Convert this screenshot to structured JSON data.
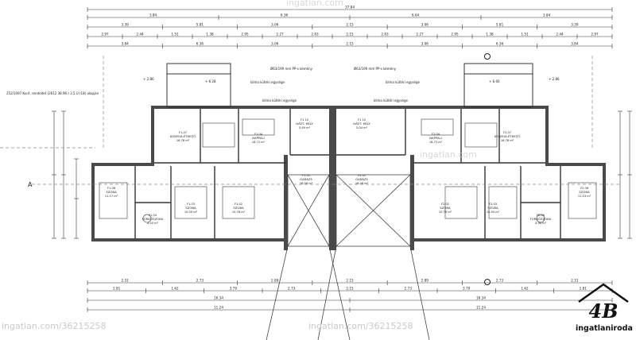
{
  "top_dims": {
    "overall": "37.84",
    "row1": [
      "3.84",
      "6.36",
      "6.64",
      "3.84"
    ],
    "row2": [
      "3.39",
      "5.81",
      "3.06",
      "2.15",
      "3.06",
      "5.81",
      "3.39"
    ],
    "row3": [
      "2.97",
      "2.44",
      "1.51",
      "1.38",
      "2.95",
      "2.27",
      "2.63",
      "2.15",
      "2.63",
      "2.27",
      "2.95",
      "1.38",
      "1.51",
      "2.44",
      "2.97"
    ],
    "row4": [
      "3.84",
      "6.36",
      "3.06",
      "2.15",
      "3.06",
      "6.36",
      "3.84"
    ]
  },
  "bottom_dims": {
    "row1": [
      "2.31",
      "2.73",
      "2.89",
      "2.15",
      "2.89",
      "2.73",
      "2.31"
    ],
    "row2": [
      "1.81",
      "1.62",
      "3.79",
      "2.73",
      "2.15",
      "2.73",
      "3.79",
      "1.62",
      "1.81"
    ],
    "row3": [
      "16.34",
      "16.34"
    ],
    "row4": [
      "11.24",
      "11.24"
    ]
  },
  "notes": {
    "pipe_left": "Ø63/199 mm PP-s kémény",
    "pipe_right": "Ø63/199 mm PP-s kémény",
    "klima_left_a": "klíma kültéri egysége",
    "klima_left_b": "klíma kültéri egysége",
    "klima_right_a": "klíma kültéri egysége",
    "klima_right_b": "klíma kültéri egysége",
    "neighbor": "252/1097 Kunt. rendeltet (2612 38.96.) 3.5 Ú (18) alapján",
    "level_left": "+ 2.86",
    "level_right": "+ 2.86",
    "level_top_left": "+ 6.28",
    "level_top_right": "+ 6.60",
    "section_mark": "A"
  },
  "rooms": [
    {
      "id": "F1.07",
      "name": "KONYHA-ÉTKEZŐ",
      "area": "16.78 m²"
    },
    {
      "id": "F1.04",
      "name": "NAPPALI",
      "area": "18.72 m²"
    },
    {
      "id": "F1.10",
      "name": "HÁZT. HELY",
      "area": "5.49 m²"
    },
    {
      "id": "F1.10",
      "name": "HÁZT. HELY",
      "area": "5.04 m²"
    },
    {
      "id": "F2.04",
      "name": "NAPPALI",
      "area": "18.72 m²"
    },
    {
      "id": "F2.07",
      "name": "KONYHA-ÉTKEZŐ",
      "area": "16.78 m²"
    },
    {
      "id": "F1.06",
      "name": "SZOBA",
      "area": "11.17 m²"
    },
    {
      "id": "F1.04",
      "name": "FÜRDŐSZOBA",
      "area": "4.50 m²"
    },
    {
      "id": "F1.03",
      "name": "SZOBA",
      "area": "10.50 m²"
    },
    {
      "id": "F1.02",
      "name": "SZOBA",
      "area": "10.78 m²"
    },
    {
      "id": "F1.01",
      "name": "GARÁZS",
      "area": "16.08 m²"
    },
    {
      "id": "F2.01",
      "name": "GARÁZS",
      "area": "16.08 m²"
    },
    {
      "id": "F2.02",
      "name": "SZOBA",
      "area": "10.78 m²"
    },
    {
      "id": "F2.03",
      "name": "SZOBA",
      "area": "10.50 m²"
    },
    {
      "id": "F2.04",
      "name": "FÜRDŐSZOBA",
      "area": "4.38 m²"
    },
    {
      "id": "F2.06",
      "name": "SZOBA",
      "area": "11.53 m²"
    }
  ],
  "watermarks": {
    "url_left": "ingatlan.com/36215258",
    "url_center": "ingatlan.com/36215258",
    "url_faint_top": "ingatlan.com",
    "url_faint_plan": "ingatlan.com"
  },
  "logo": {
    "mark": "4B",
    "name": "ingatlaniroda"
  }
}
